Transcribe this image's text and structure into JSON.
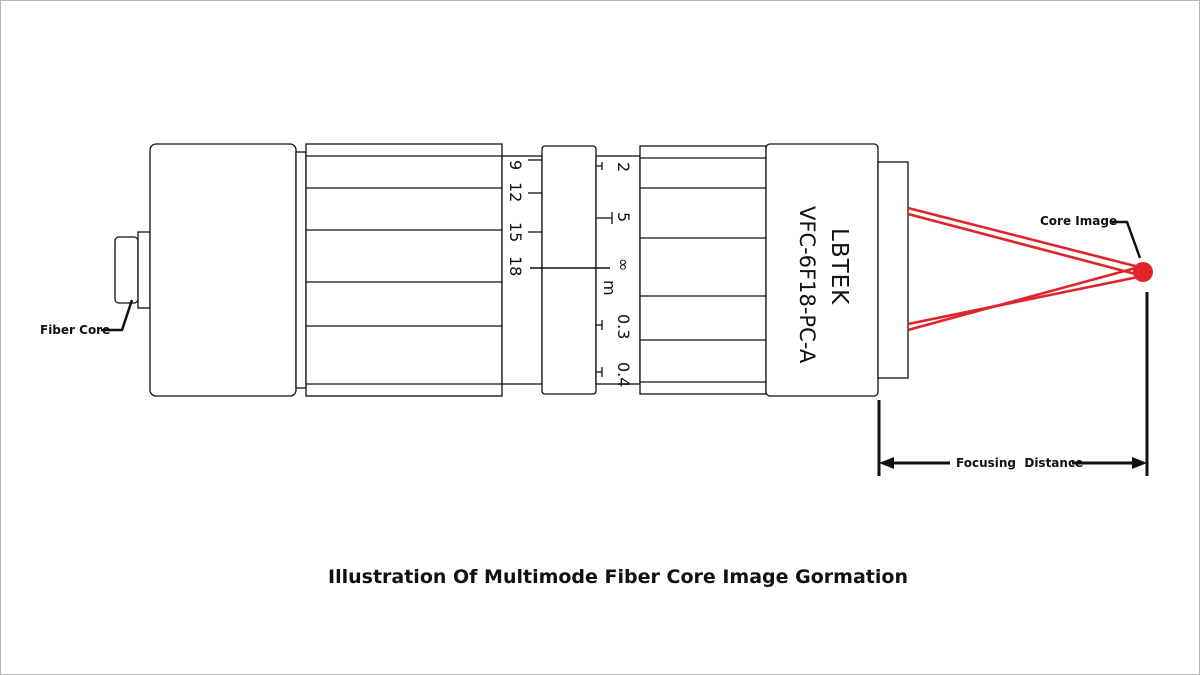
{
  "title": "Illustration Of Multimode Fiber Core Image Gormation",
  "labels": {
    "fiber_core": "Fiber Core",
    "core_image": "Core Image",
    "focusing_distance": "Focusing  Distance"
  },
  "lens": {
    "brand": "LBTEK",
    "model": "VFC-6F18-PC-A",
    "focal_scale": [
      "9",
      "12",
      "15",
      "18"
    ],
    "distance_scale": [
      "2",
      "5",
      "∞",
      "m",
      "0.3",
      "0.4"
    ]
  },
  "colors": {
    "beam": "#e0242c",
    "outline": "#111111"
  }
}
